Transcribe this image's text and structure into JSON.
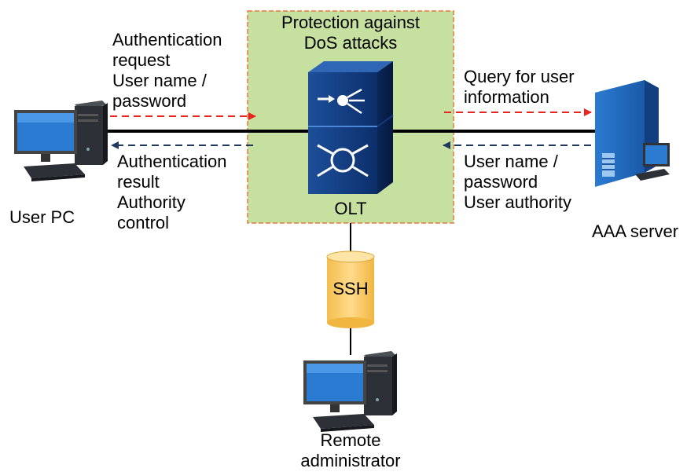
{
  "protection_box": {
    "title_line1": "Protection against",
    "title_line2": "DoS attacks",
    "fill": "#c6e0a0",
    "border": "#e07a3a"
  },
  "olt": {
    "label": "OLT"
  },
  "ssh": {
    "label": "SSH",
    "fill": "#fcd27a"
  },
  "user_pc": {
    "label": "User PC",
    "request_lines": [
      "Authentication",
      "request",
      "User name /",
      "password"
    ],
    "result_lines": [
      "Authentication",
      "result",
      "Authority",
      "control"
    ]
  },
  "aaa_server": {
    "label": "AAA server",
    "query_lines": [
      "Query for user",
      "information"
    ],
    "response_lines": [
      "User name /",
      "password",
      "User authority"
    ]
  },
  "remote_admin": {
    "label_line1": "Remote",
    "label_line2": "administrator"
  },
  "colors": {
    "request_arrow": "#e8261f",
    "response_arrow": "#1f3a5c",
    "main_line": "#000000"
  }
}
